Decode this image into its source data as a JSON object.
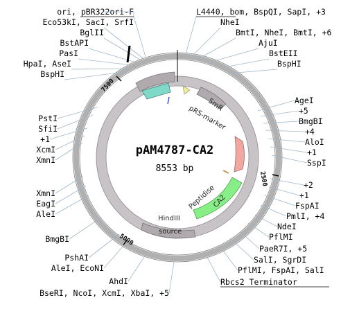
{
  "plasmid": {
    "name": "pAM4787-CA2",
    "size": "8553 bp"
  },
  "ticks": [
    "7500",
    "2500",
    "5000"
  ],
  "features": {
    "smr": "SmR",
    "prs": "pRS-marker",
    "peptidise": "Peptidise",
    "ca2": "CA2",
    "hindiii": "HindIII",
    "source": "source"
  },
  "sites": {
    "left": [
      "ori, pBR322ori-F",
      "Eco53kI, SacI, SrfI",
      "BglII",
      "BstAPI",
      "PasI",
      "HpaI, AseI",
      "BspHI",
      "PstI",
      "SfiI",
      "+1",
      "XcmI",
      "XmnI",
      "XmnI",
      "EagI",
      "AleI",
      "BmgBI",
      "PshAI",
      "AleI, EcoNI",
      "AhdI",
      "BseRI, NcoI, XcmI, XbaI, +5"
    ],
    "right": [
      "L4440, bom, BspQI, SapI, +3",
      "NheI",
      "BmtI, NheI, BmtI, +6",
      "AjuI",
      "BstEII",
      "BspHI",
      "AgeI",
      "+5",
      "BmgBI",
      "+4",
      "AloI",
      "+1",
      "SspI",
      "+2",
      "+1",
      "FspAI",
      "PmlI, +4",
      "NdeI",
      "PflMI",
      "PaeR7I, +5",
      "SalI, SgrDI",
      "PflMI, FspAI, SalI",
      "Rbcs2 Terminator"
    ]
  },
  "colors": {
    "backbone": "#b5b5b5",
    "teal": "#7fd8c8",
    "green": "#88ee88",
    "pink": "#f2a8a0",
    "yellow": "#f5f08a",
    "gray_arrow": "#b0a9ad",
    "leader": "#9fb6c9"
  }
}
